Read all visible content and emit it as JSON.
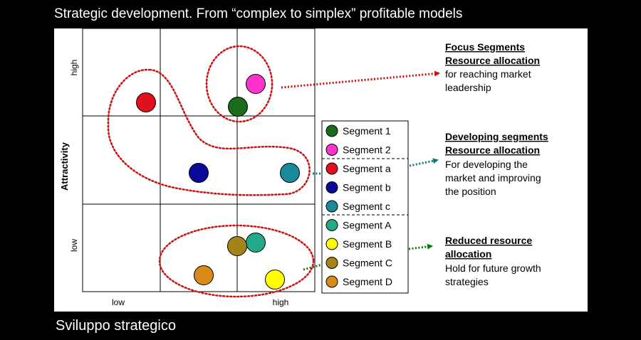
{
  "title": "Strategic development. From “complex to simplex” profitable models",
  "footer": "Sviluppo strategico",
  "axes": {
    "y_label": "Attractivity",
    "y_high": "high",
    "y_low": "low",
    "x_low": "low",
    "x_high": "high"
  },
  "legend": [
    {
      "label": "Segment 1",
      "color": "#1a6b1a"
    },
    {
      "label": "Segment 2",
      "color": "#ff33cc"
    },
    {
      "label": "Segment a",
      "color": "#e0101e"
    },
    {
      "label": "Segment b",
      "color": "#0a0a99"
    },
    {
      "label": "Segment c",
      "color": "#1a8a9a"
    },
    {
      "label": "Segment A",
      "color": "#22aa88"
    },
    {
      "label": "Segment B",
      "color": "#ffff00"
    },
    {
      "label": "Segment C",
      "color": "#a38418"
    },
    {
      "label": "Segment D",
      "color": "#d98a1a"
    }
  ],
  "annotations": {
    "focus": {
      "heading1": "Focus Segments",
      "heading2": "Resource allocation",
      "line1": "for reaching market",
      "line2": "leadership",
      "color": "#cc1111"
    },
    "developing": {
      "heading1": "Developing segments",
      "heading2": "Resource allocation",
      "line1": "For developing the",
      "line2": "market and improving",
      "line3": "the position",
      "color": "#117777"
    },
    "reduced": {
      "heading1": "Reduced resource",
      "heading2": "allocation",
      "line1": "Hold for future growth",
      "line2": "strategies",
      "color": "#117711"
    }
  }
}
